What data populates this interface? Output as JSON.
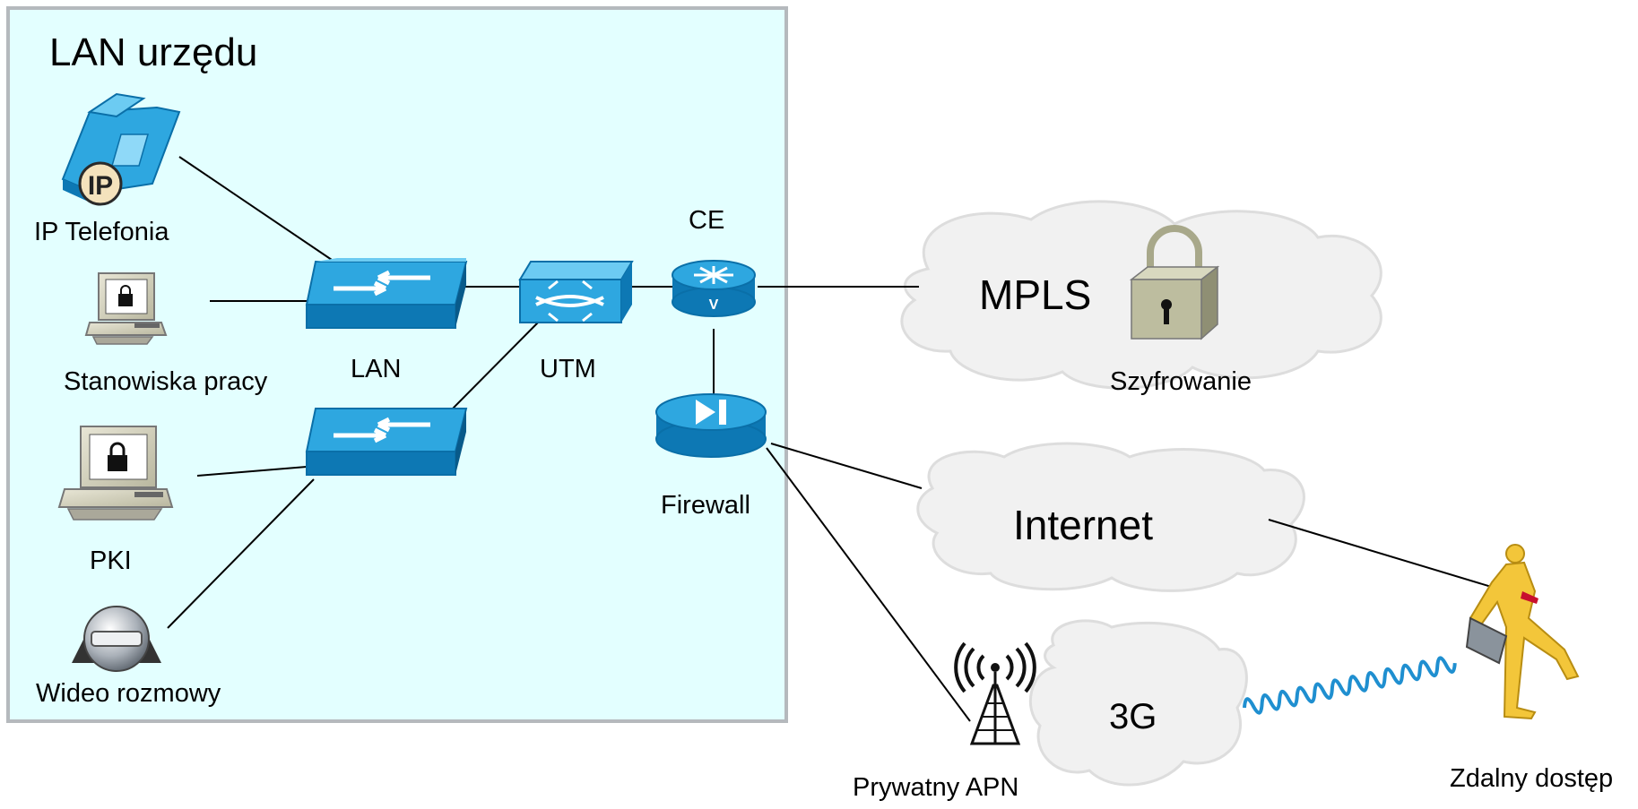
{
  "lan_zone": {
    "title": "LAN urzędu",
    "fill": "#e3ffff",
    "border": "#b5b9bd"
  },
  "colors": {
    "device_blue": "#1a9ad6",
    "device_dark": "#0a6fa8",
    "cloud": "#f1f1f1",
    "lock": "#bdbd9f",
    "person": "#f3c63a"
  },
  "nodes": {
    "ip_phone": {
      "label": "IP Telefonia",
      "icon": "ip-phone-icon",
      "badge": "IP"
    },
    "workstation": {
      "label": "Stanowiska pracy",
      "icon": "workstation-icon"
    },
    "pki": {
      "label": "PKI",
      "icon": "secure-terminal-icon"
    },
    "video": {
      "label": "Wideo rozmowy",
      "icon": "video-camera-icon"
    },
    "lan_switch": {
      "label": "LAN",
      "icon": "switch-icon"
    },
    "lan_switch_2": {
      "label": "",
      "icon": "switch-icon"
    },
    "utm": {
      "label": "UTM",
      "icon": "utm-icon"
    },
    "ce": {
      "label": "CE",
      "icon": "router-icon"
    },
    "firewall": {
      "label": "Firewall",
      "icon": "firewall-icon"
    },
    "mpls": {
      "label": "MPLS",
      "icon": "cloud-icon"
    },
    "encryption": {
      "label": "Szyfrowanie",
      "icon": "padlock-icon"
    },
    "internet": {
      "label": "Internet",
      "icon": "cloud-icon"
    },
    "mobile": {
      "label": "3G",
      "icon": "cloud-icon"
    },
    "apn": {
      "label": "Prywatny APN",
      "icon": "radio-tower-icon"
    },
    "remote": {
      "label": "Zdalny dostęp",
      "icon": "running-user-icon"
    }
  },
  "links": [
    [
      "ip_phone",
      "lan_switch"
    ],
    [
      "workstation",
      "lan_switch"
    ],
    [
      "lan_switch",
      "utm"
    ],
    [
      "utm",
      "ce"
    ],
    [
      "ce",
      "mpls"
    ],
    [
      "ce",
      "firewall"
    ],
    [
      "utm",
      "lan_switch_2"
    ],
    [
      "pki",
      "lan_switch_2"
    ],
    [
      "video",
      "lan_switch_2"
    ],
    [
      "firewall",
      "internet"
    ],
    [
      "firewall",
      "apn"
    ],
    [
      "internet",
      "remote"
    ],
    [
      "mobile",
      "remote"
    ]
  ]
}
